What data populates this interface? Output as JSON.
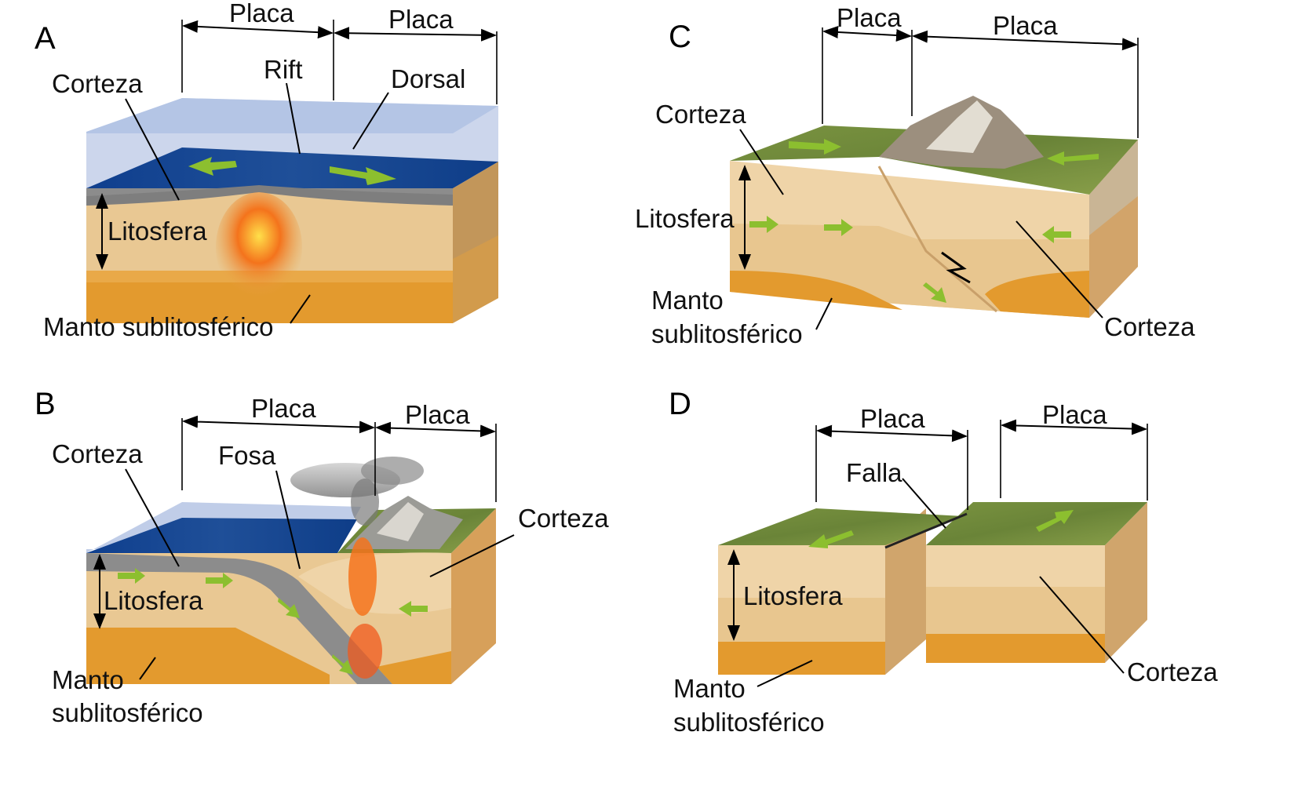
{
  "colors": {
    "ocean_top": "#1d4f9a",
    "ocean_water": "#9fb6dd",
    "crust_oceanic": "#8f8f8f",
    "lithosphere": "#e8c48e",
    "mantle": "#e39a2e",
    "continental_crust": "#efd5ac",
    "land_green": "#6f8a3a",
    "arrow_green": "#8cbf2f",
    "magma": "#f0561c"
  },
  "panels": [
    {
      "letter": "A",
      "labels": {
        "plate_left": "Placa",
        "plate_right": "Placa",
        "crust": "Corteza",
        "rift": "Rift",
        "ridge": "Dorsal",
        "lithosphere": "Litosfera",
        "mantle": "Manto sublitosférico"
      }
    },
    {
      "letter": "B",
      "labels": {
        "plate_left": "Placa",
        "plate_right": "Placa",
        "crust_left": "Corteza",
        "trench": "Fosa",
        "crust_right": "Corteza",
        "lithosphere": "Litosfera",
        "mantle_1": "Manto",
        "mantle_2": "sublitosférico"
      }
    },
    {
      "letter": "C",
      "labels": {
        "plate_left": "Placa",
        "plate_right": "Placa",
        "crust_left": "Corteza",
        "lithosphere": "Litosfera",
        "mantle_1": "Manto",
        "mantle_2": "sublitosférico",
        "crust_right": "Corteza"
      }
    },
    {
      "letter": "D",
      "labels": {
        "plate_left": "Placa",
        "plate_right": "Placa",
        "fault": "Falla",
        "lithosphere": "Litosfera",
        "mantle_1": "Manto",
        "mantle_2": "sublitosférico",
        "crust": "Corteza"
      }
    }
  ]
}
